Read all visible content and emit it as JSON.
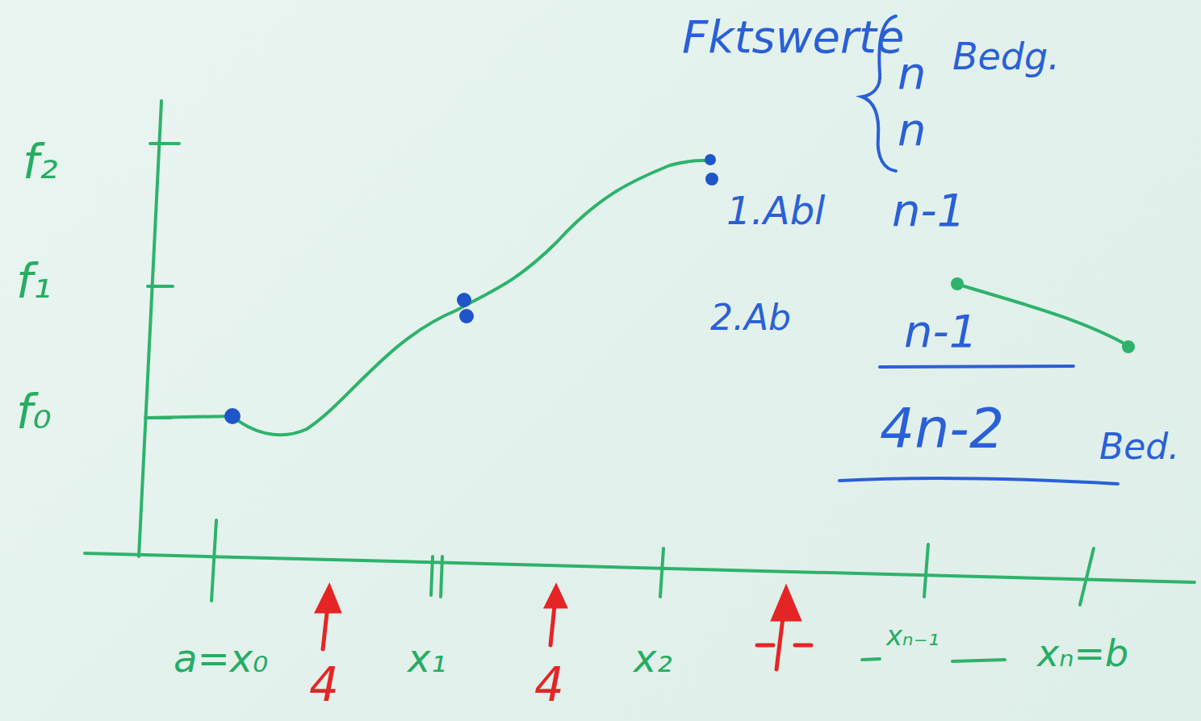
{
  "diagram": {
    "labels": [
      "Fktswerte",
      "n",
      "Bedg.",
      "n",
      "1.Abl",
      "n-1",
      "f₂",
      "f₁",
      "2.Ab",
      "n-1",
      "f₀",
      "4n-2",
      "Bed.",
      "a=x₀",
      "x₁",
      "x₂",
      "xₙ₋₁",
      "xₙ=b",
      "4",
      "4"
    ]
  }
}
